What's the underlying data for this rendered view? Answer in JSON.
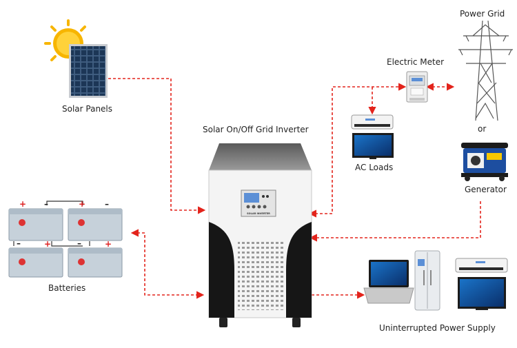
{
  "labels": {
    "solar_panels": "Solar Panels",
    "inverter": "Solar On/Off Grid Inverter",
    "electric_meter": "Electric Meter",
    "power_grid": "Power Grid",
    "or": "or",
    "ac_loads": "AC Loads",
    "generator": "Generator",
    "batteries": "Batteries",
    "ups": "Uninterrupted Power Supply"
  },
  "inverter_plate": "SOLAR INVERTER",
  "battery_signs": {
    "plus": "+",
    "minus": "–"
  },
  "colors": {
    "connector": "#e3231b",
    "inverter_body": "#f4f4f4",
    "inverter_black": "#161616",
    "lcd": "#5b8fd6",
    "sun": "#f7b500",
    "panel": "#1f3a5a"
  }
}
